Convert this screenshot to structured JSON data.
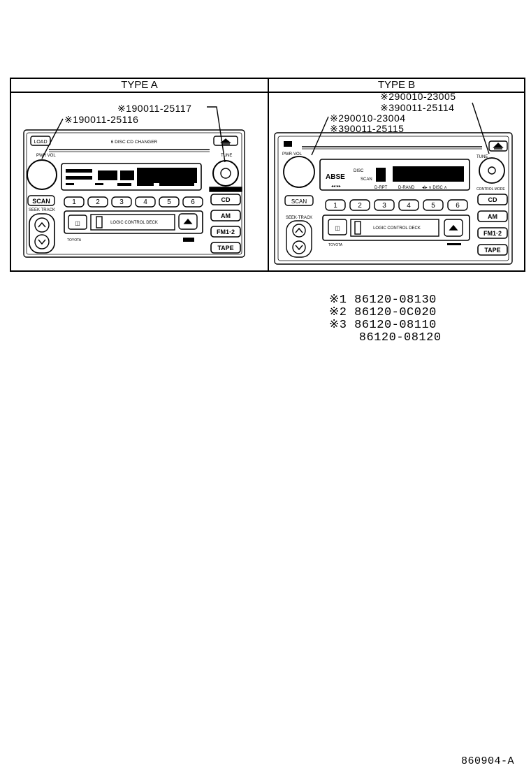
{
  "headers": {
    "type_a": "TYPE A",
    "type_b": "TYPE B"
  },
  "callouts_a": {
    "c1": "※190011-25117",
    "c2": "※190011-25116"
  },
  "callouts_b": {
    "c1": "※290010-23005",
    "c2": "※390011-25114",
    "c3": "※290010-23004",
    "c4": "※390011-25115"
  },
  "radio_a": {
    "load": "LOAD",
    "pwr": "PWR VOL",
    "tune": "TUNE",
    "scan": "SCAN",
    "seek": "SEEK TRACK",
    "changer": "6 DISC CD CHANGER",
    "presets": [
      "1",
      "2",
      "3",
      "4",
      "5",
      "6"
    ],
    "sources": [
      "CD",
      "AM",
      "FM1·2",
      "TAPE"
    ],
    "deck": "LOGIC CONTROL DECK",
    "brand": "TOYOTA"
  },
  "radio_b": {
    "pwr": "PWR·VOL",
    "tune": "TUNE",
    "scan": "SCAN",
    "seek": "SEEK·TRACK",
    "presets": [
      "1",
      "2",
      "3",
      "4",
      "5",
      "6"
    ],
    "sources": [
      "CD",
      "AM",
      "FM1·2",
      "TAPE"
    ],
    "deck": "LOGIC CONTROL DECK",
    "brand": "TOYOTA",
    "disp_d_rpt": "D-RPT",
    "disp_d_rand": "D-RAND",
    "disp_disc": "DISC",
    "disp_scan": "SCAN"
  },
  "part_numbers": [
    "※1 86120-08130",
    "※2 86120-0C020",
    "※3 86120-08110",
    "    86120-08120"
  ],
  "figure_code": "860904-A"
}
